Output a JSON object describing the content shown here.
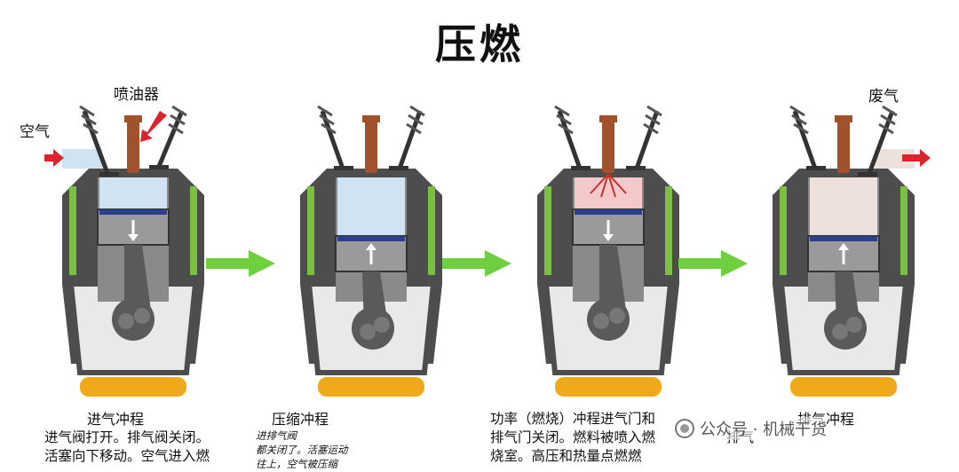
{
  "title": "压燃",
  "labels": {
    "air": "空气",
    "injector": "喷油器",
    "exhaust_gas": "废气"
  },
  "stages": [
    {
      "name": "intake",
      "caption_title": "进气冲程",
      "caption_lines": [
        "进气阀打开。排气阀关闭。",
        "活塞向下移动。空气进入燃"
      ],
      "piston_direction": "down",
      "chamber_fill": "air"
    },
    {
      "name": "compression",
      "caption_title": "压缩冲程",
      "caption_lines": [
        "进排气阀",
        "都关闭了。活塞运动",
        "往上，空气被压缩"
      ],
      "piston_direction": "up",
      "chamber_fill": "air"
    },
    {
      "name": "power",
      "caption_title": "",
      "caption_lines": [
        "功率（燃烧）冲程进气门和",
        "排气门关闭。燃料被喷入燃",
        "烧室。高压和热量点燃燃"
      ],
      "piston_direction": "down",
      "chamber_fill": "combustion"
    },
    {
      "name": "exhaust",
      "caption_title": "排气冲程",
      "caption_lines": [
        "排气"
      ],
      "piston_direction": "up",
      "chamber_fill": "exhaust"
    }
  ],
  "watermark": "公众号 · 机械干货",
  "colors": {
    "cylinder": "#4d4d4d",
    "cylinder_inner": "#8a8a8a",
    "coolant": "#7cc043",
    "oil": "#f0a91b",
    "injector": "#a0522d",
    "flow_arrow": "#6fcf3f",
    "red_arrow": "#d9232d",
    "air": "#cfe3f2",
    "combustion": "#f3c9cc",
    "exhaust": "#eee1dc"
  }
}
